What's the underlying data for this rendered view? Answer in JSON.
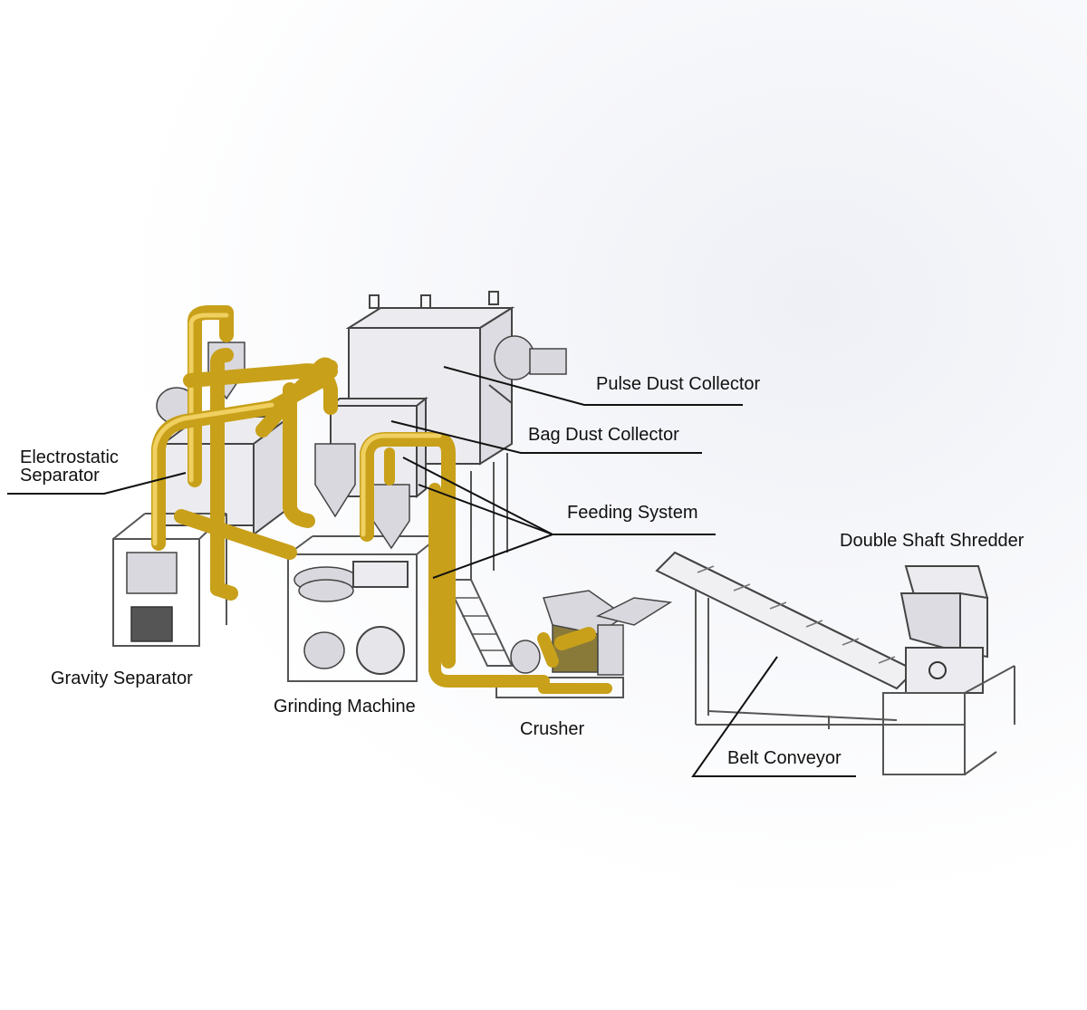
{
  "labels": {
    "pulse_dust_collector": "Pulse Dust Collector",
    "bag_dust_collector": "Bag Dust Collector",
    "electrostatic_separator_line1": "Electrostatic",
    "electrostatic_separator_line2": "Separator",
    "feeding_system": "Feeding System",
    "double_shaft_shredder": "Double Shaft Shredder",
    "gravity_separator": "Gravity Separator",
    "grinding_machine": "Grinding Machine",
    "crusher": "Crusher",
    "belt_conveyor": "Belt Conveyor"
  },
  "colors": {
    "pipe": "#c8a01a",
    "pipe_highlight": "#f0d060",
    "frame": "#555555",
    "panel": "#ececf0",
    "label_text": "#111111"
  }
}
